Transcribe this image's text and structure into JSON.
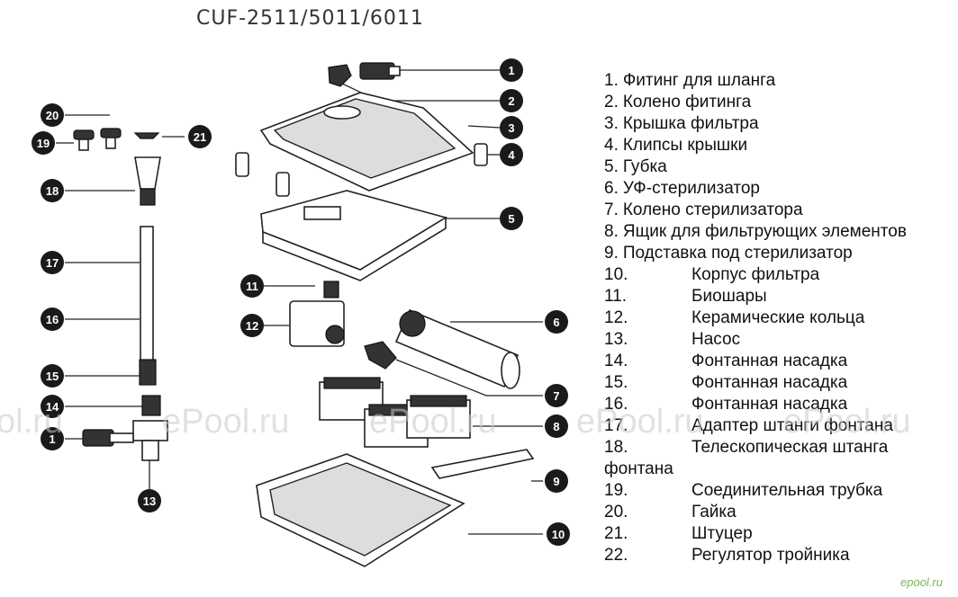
{
  "model_title": "CUF-2511/5011/6011",
  "parts": [
    {
      "num": "1.",
      "name": "Фитинг для шланга",
      "style": "short"
    },
    {
      "num": "2.",
      "name": "Колено фитинга",
      "style": "short"
    },
    {
      "num": "3.",
      "name": "Крышка фильтра",
      "style": "short"
    },
    {
      "num": "4.",
      "name": "Клипсы крышки",
      "style": "short"
    },
    {
      "num": "5.",
      "name": "Губка",
      "style": "short"
    },
    {
      "num": "6.",
      "name": "УФ-стерилизатор",
      "style": "short"
    },
    {
      "num": "7.",
      "name": "Колено стерилизатора",
      "style": "short"
    },
    {
      "num": "8.",
      "name": "Ящик для фильтрующих элементов",
      "style": "short"
    },
    {
      "num": "9.",
      "name": "Подставка под стерилизатор",
      "style": "short"
    },
    {
      "num": "10.",
      "name": "Корпус фильтра",
      "style": "tab"
    },
    {
      "num": "11.",
      "name": "Биошары",
      "style": "tab"
    },
    {
      "num": "12.",
      "name": "Керамические кольца",
      "style": "tab"
    },
    {
      "num": "13.",
      "name": "Насос",
      "style": "tab"
    },
    {
      "num": "14.",
      "name": "Фонтанная насадка",
      "style": "tab"
    },
    {
      "num": "15.",
      "name": "Фонтанная насадка",
      "style": "tab"
    },
    {
      "num": "16.",
      "name": "Фонтанная насадка",
      "style": "tab"
    },
    {
      "num": "17.",
      "name": "Адаптер штанги фонтана",
      "style": "tab"
    },
    {
      "num": "18.",
      "name": "Телескопическая штанга",
      "continuation": "фонтана",
      "style": "tab"
    },
    {
      "num": "19.",
      "name": "Соединительная трубка",
      "style": "tab"
    },
    {
      "num": "20.",
      "name": "Гайка",
      "style": "tab"
    },
    {
      "num": "21.",
      "name": "Штуцер",
      "style": "tab"
    },
    {
      "num": "22.",
      "name": "Регулятор тройника",
      "style": "tab"
    }
  ],
  "callouts": [
    "1",
    "2",
    "3",
    "4",
    "5",
    "6",
    "7",
    "8",
    "9",
    "10",
    "11",
    "12",
    "13",
    "14",
    "15",
    "16",
    "17",
    "18",
    "19",
    "20",
    "21",
    "1"
  ],
  "watermark_text": "ePool.ru",
  "watermark_partial": "ol.ru",
  "logo_text": "epool.ru"
}
